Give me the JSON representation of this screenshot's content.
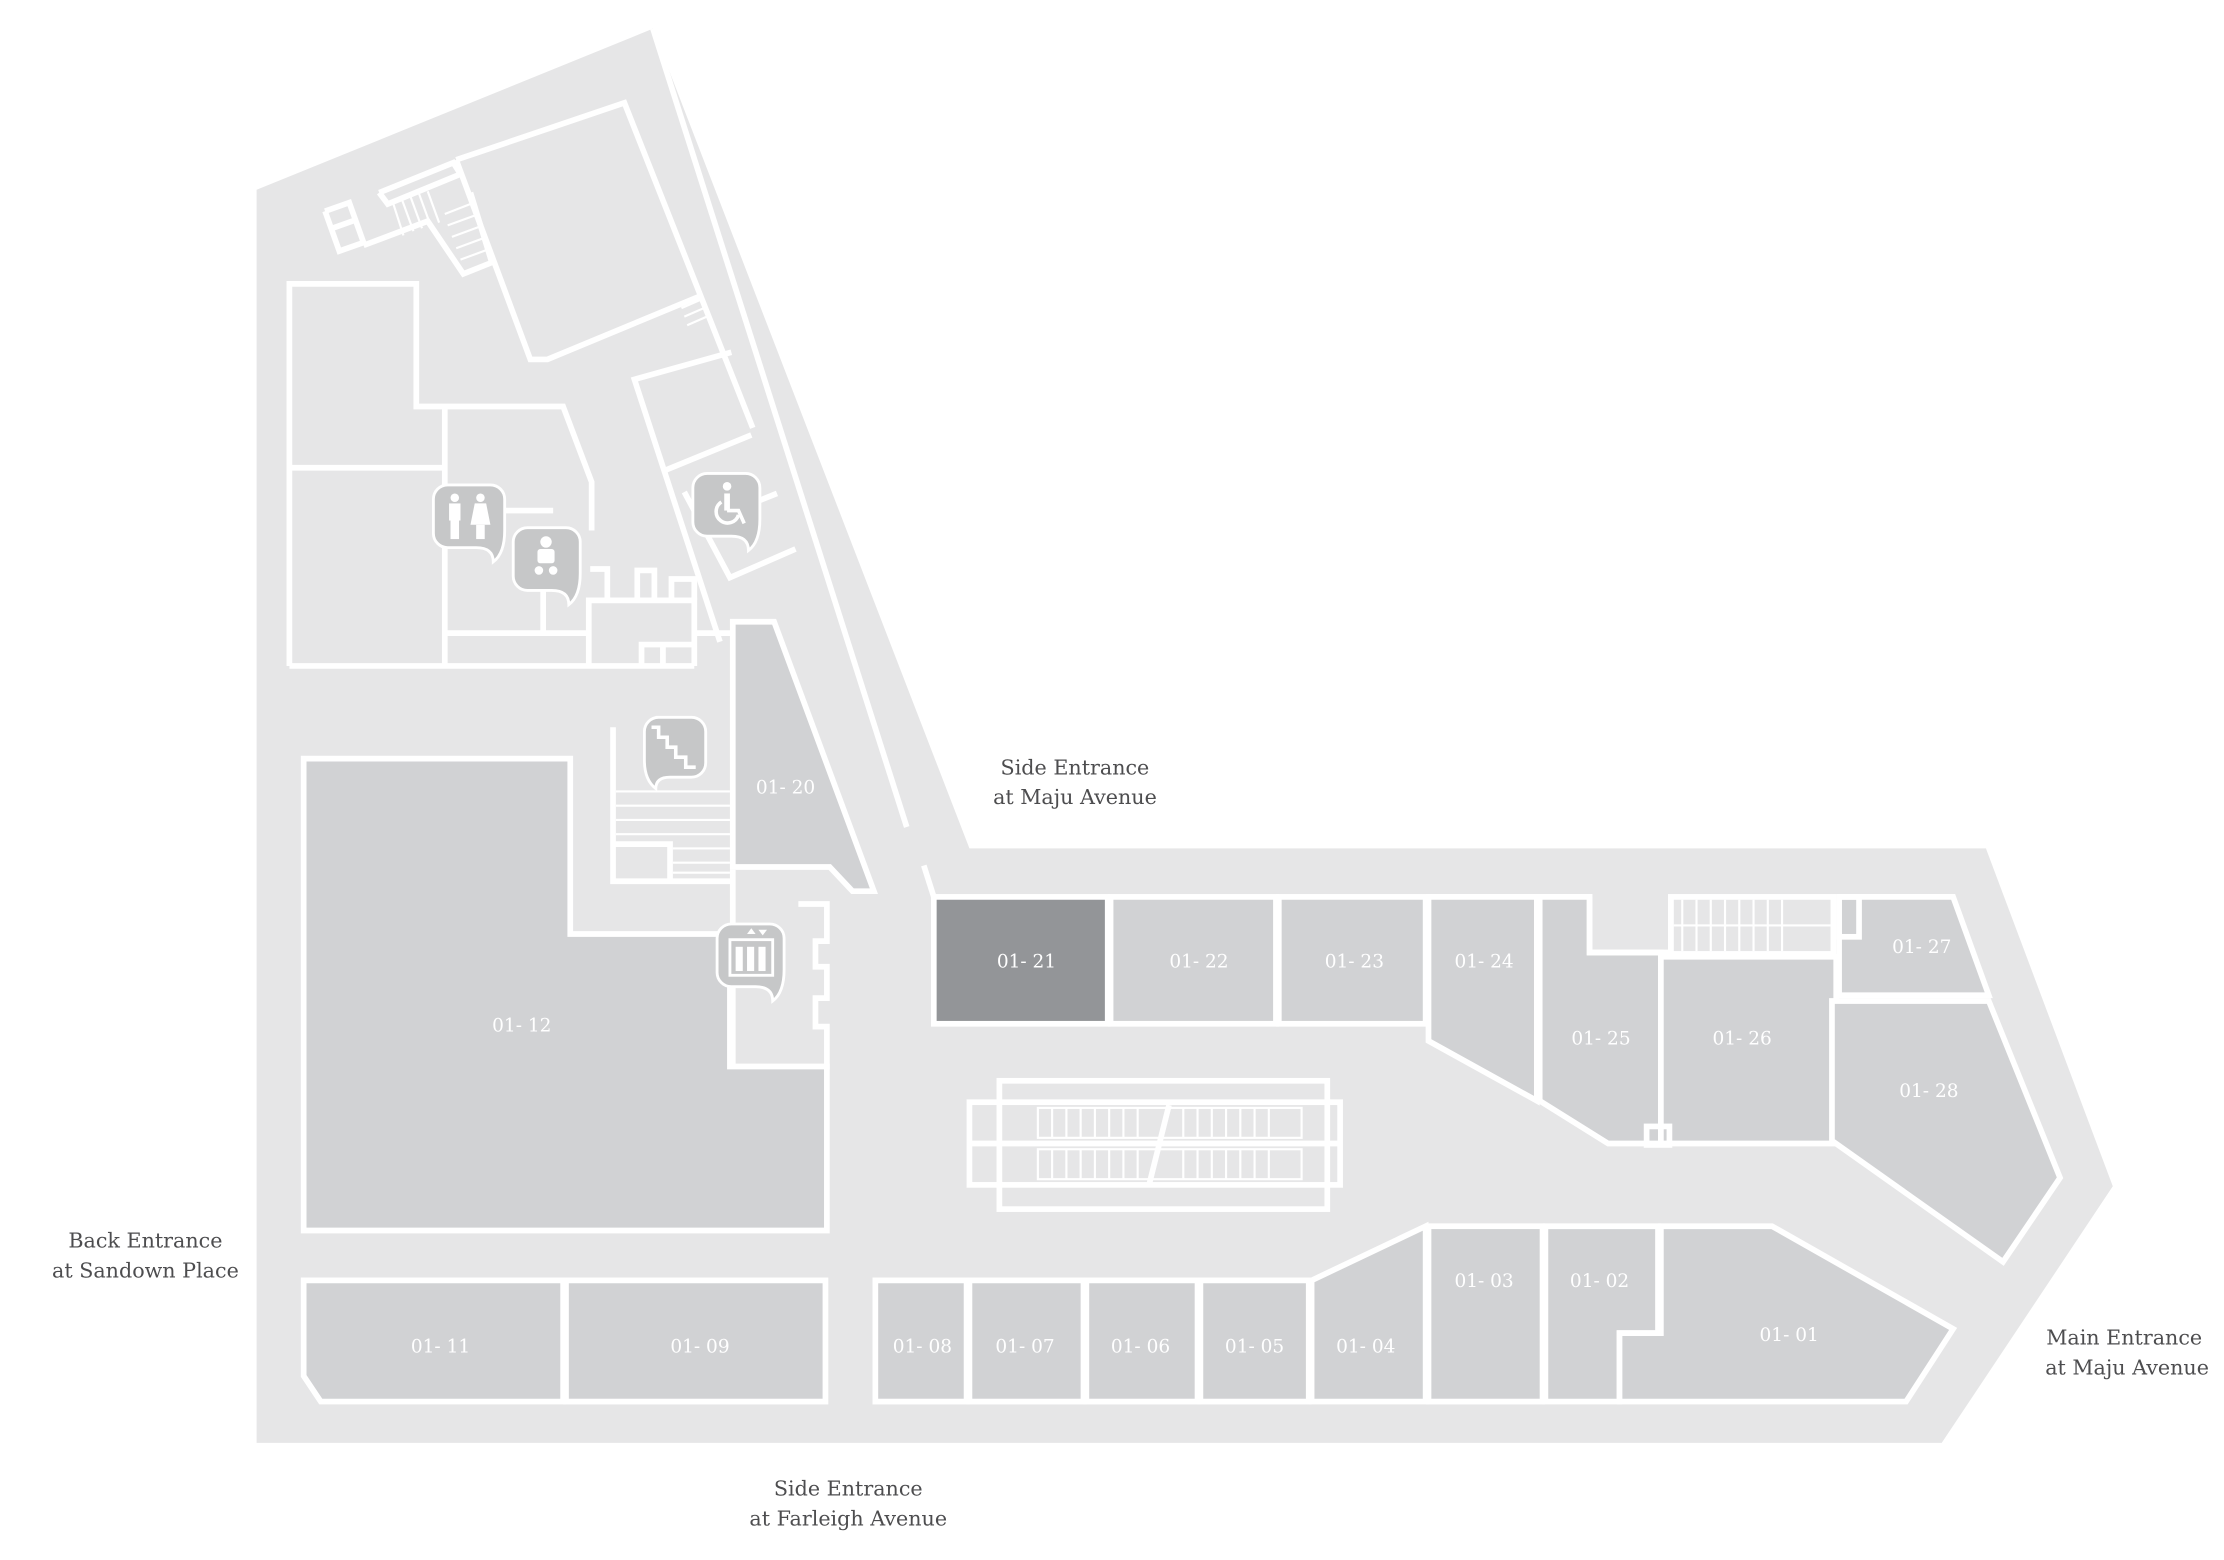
{
  "map": {
    "colors": {
      "floor": "#e6e6e7",
      "shop": "#d1d2d4",
      "selected_shop": "#939598",
      "wall": "#ffffff",
      "entrance_text": "#4d4d4f"
    },
    "selected_unit": "01- 21",
    "units": {
      "u0101": "01- 01",
      "u0102": "01- 02",
      "u0103": "01- 03",
      "u0104": "01- 04",
      "u0105": "01- 05",
      "u0106": "01- 06",
      "u0107": "01- 07",
      "u0108": "01- 08",
      "u0109": "01- 09",
      "u0111": "01- 11",
      "u0112": "01- 12",
      "u0120": "01- 20",
      "u0121": "01- 21",
      "u0122": "01- 22",
      "u0123": "01- 23",
      "u0124": "01- 24",
      "u0125": "01- 25",
      "u0126": "01- 26",
      "u0127": "01- 27",
      "u0128": "01- 28"
    },
    "entrances": {
      "side_maju": {
        "line1": "Side Entrance",
        "line2": "at Maju Avenue"
      },
      "back_sandown": {
        "line1": "Back Entrance",
        "line2": "at Sandown Place"
      },
      "side_farleigh": {
        "line1": "Side Entrance",
        "line2": "at Farleigh Avenue"
      },
      "main_maju": {
        "line1": "Main Entrance",
        "line2": "at Maju Avenue"
      }
    },
    "amenities": [
      "toilets-icon",
      "baby-changing-icon",
      "accessible-toilet-icon",
      "stairs-icon",
      "lift-icon"
    ]
  }
}
